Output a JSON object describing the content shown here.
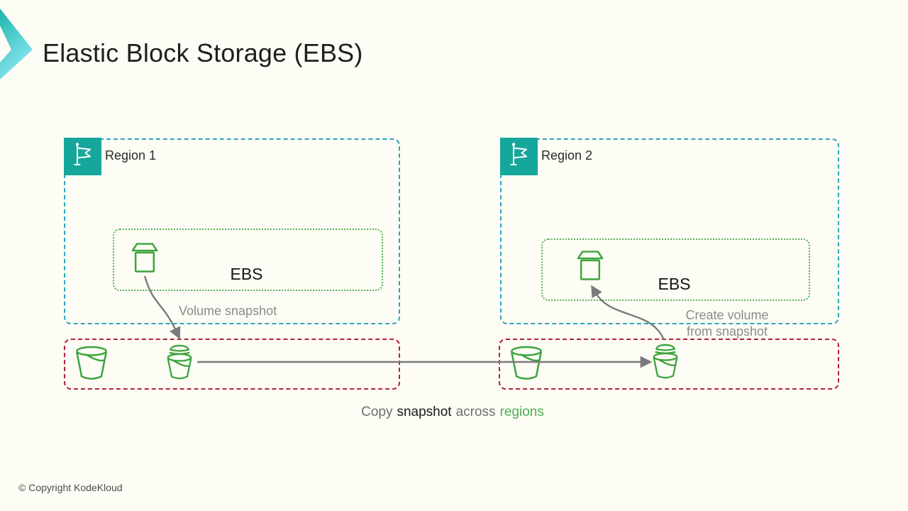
{
  "header": {
    "title": "Elastic Block Storage (EBS)"
  },
  "regions": {
    "region1": {
      "label": "Region 1",
      "ebs_label": "EBS",
      "arrow_label": "Volume snapshot"
    },
    "region2": {
      "label": "Region 2",
      "ebs_label": "EBS",
      "arrow_label": "Create volume from snapshot"
    }
  },
  "caption": {
    "word1": "Copy",
    "word2": "snapshot",
    "word3": "across",
    "word4": "regions"
  },
  "footer": {
    "copyright": "© Copyright KodeKloud"
  },
  "icons": {
    "logo": "kodekloud-chevron",
    "region_badge": "flag-icon",
    "ebs_item": "volume-icon",
    "bucket": "bucket-icon",
    "snapshot": "snapshot-bucket-icon"
  },
  "colors": {
    "background": "#FDFCF5",
    "region_border_cyan": "#2CA5BF",
    "snapshot_zone_border_red": "#B31E44",
    "ebs_border_green": "#55B358",
    "icon_green": "#3DA33D",
    "flag_badge_teal": "#16A79C",
    "arrow_gray": "#7B7B7B",
    "muted_text_gray": "#8B8B8B",
    "caption_highlight_green": "#4CAF50",
    "logo_gradient_top": "#1DB4AB",
    "logo_gradient_bottom": "#8AE6F0"
  }
}
